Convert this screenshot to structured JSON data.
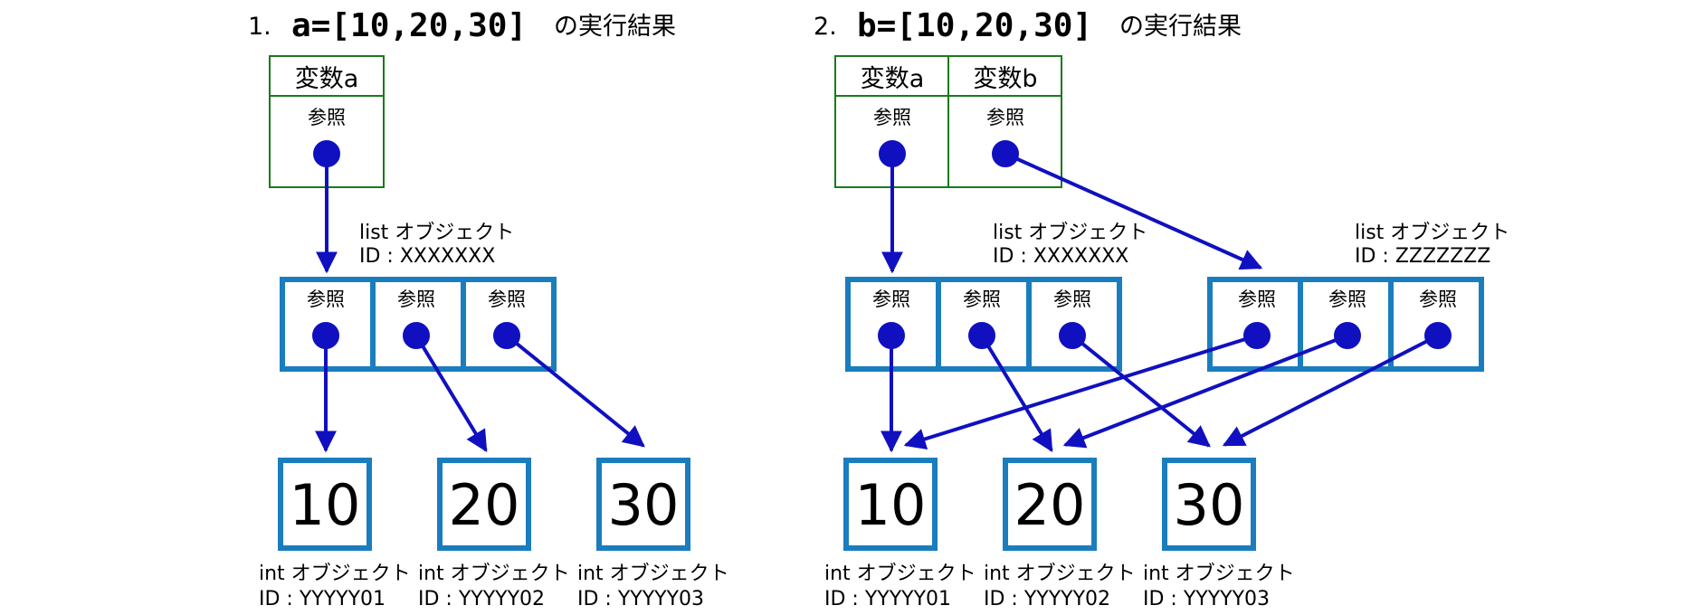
{
  "panel1": {
    "title_num": "1.",
    "title_code": "a=[10,20,30]",
    "title_suffix": "の実行結果",
    "var_header": "変数a",
    "var_ref": "参照",
    "list_label": "list オブジェクト",
    "list_id": "ID : XXXXXXX",
    "list_refs": [
      "参照",
      "参照",
      "参照"
    ],
    "ints": [
      {
        "value": "10",
        "label": "int オブジェクト",
        "id": "ID : YYYYY01"
      },
      {
        "value": "20",
        "label": "int オブジェクト",
        "id": "ID : YYYYY02"
      },
      {
        "value": "30",
        "label": "int オブジェクト",
        "id": "ID : YYYYY03"
      }
    ]
  },
  "panel2": {
    "title_num": "2.",
    "title_code": "b=[10,20,30]",
    "title_suffix": "の実行結果",
    "var_a_header": "変数a",
    "var_b_header": "変数b",
    "var_a_ref": "参照",
    "var_b_ref": "参照",
    "list1_label": "list オブジェクト",
    "list1_id": "ID : XXXXXXX",
    "list1_refs": [
      "参照",
      "参照",
      "参照"
    ],
    "list2_label": "list オブジェクト",
    "list2_id": "ID : ZZZZZZZ",
    "list2_refs": [
      "参照",
      "参照",
      "参照"
    ],
    "ints": [
      {
        "value": "10",
        "label": "int オブジェクト",
        "id": "ID : YYYYY01"
      },
      {
        "value": "20",
        "label": "int オブジェクト",
        "id": "ID : YYYYY02"
      },
      {
        "value": "30",
        "label": "int オブジェクト",
        "id": "ID : YYYYY03"
      }
    ]
  },
  "colors": {
    "variable_box": "#1a7a1a",
    "object_box": "#1a7dbe",
    "pointer": "#1010c0"
  }
}
